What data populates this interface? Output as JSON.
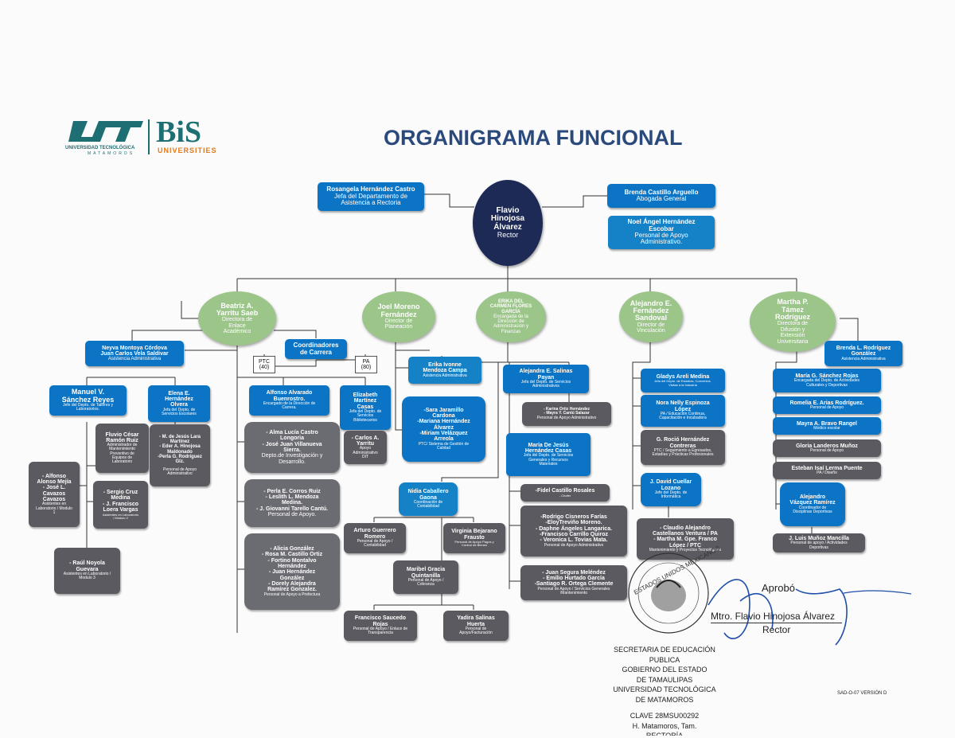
{
  "header": {
    "title": "ORGANIGRAMA FUNCIONAL",
    "logo_ut": {
      "mark": "UT",
      "text": "UNIVERSIDAD TECNOLÓGICA",
      "subtext": "MATAMOROS"
    },
    "logo_bis": {
      "mark": "BiS",
      "text": "UNIVERSITIES"
    }
  },
  "nodes": {
    "rector": {
      "name": "Flavio\nHinojosa\nÁlvarez",
      "role": "Rector"
    },
    "asistencia_rectoria": {
      "name": "Rosangela Hernández Castro",
      "role": "Jefa del Departamento de\nAsistencia a Rectoria"
    },
    "abogada": {
      "name": "Brenda Castillo Arguello",
      "role": "Abogada General"
    },
    "apoyo_rector": {
      "name": "Noel Ángel Hernández\nEscobar",
      "role": "Personal de Apoyo\nAdministrativo."
    },
    "dir_academico": {
      "name": "Beatriz A.\nYarritu Saeb",
      "role": "Directora de\nEnlace\nAcadémico"
    },
    "dir_planeacion": {
      "name": "Joel Moreno\nFernández",
      "role": "Director de\nPlaneación"
    },
    "dir_admin": {
      "name": "ERIKA DEL\nCARMEN FLORES\nGARCÍA",
      "role": "Encargada de la\nDirección de\nAdministración y\nFinanzas"
    },
    "dir_vinculacion": {
      "name": "Alejandro E.\nFernández\nSandoval",
      "role": "Director de\nVinculación"
    },
    "dir_difusion": {
      "name": "Martha P.\nTámez\nRodríguez",
      "role": "Directora de\nDifusión y\nExtensión\nUniversitaria"
    },
    "asist_academica": {
      "name": "Neyva Montoya Córdova\nJuan Carlos Vela Saldivar",
      "role": "Asistencia Administrativa"
    },
    "coordinadores": {
      "name": "Coordinadores\nde Carrera"
    },
    "ptc": {
      "name": "PTC\n(40)"
    },
    "pa": {
      "name": "PA\n(80)"
    },
    "talleres": {
      "name": "Manuel V.\nSánchez Reyes",
      "role": "Jefe del Depto. de Talleres y\nLaboratorios."
    },
    "escolares": {
      "name": "Elena E.\nHernández\nOlvera",
      "role": "Jefa del Depto. de\nServicios Escolares"
    },
    "investigacion_enc": {
      "name": "Alfonso Alvarado\nBuenrostro.",
      "role": "Encargado de la Dirección de\nCarrera."
    },
    "biblioteca": {
      "name": "Elizabeth\nMartínez\nCasas",
      "role": "Jefa del Depto. de\nServicios\nBibliotecarios"
    },
    "mantenimiento": {
      "name": "Fluvio César\nRamón Ruiz",
      "role": "Administrador de\nMantenimiento\nPreventivo de\nEquipos de\nLaboratorio"
    },
    "escolares_apoyo": {
      "name": "- M. de Jesús Lara\nMartínez\n- Eder A. Hinojosa\nMaldonado\n-Perla G. Rodríguez\nGlz.",
      "role": "Personal de Apoyo\nAdministrativo"
    },
    "investigacion": {
      "name": "- Alma Lucía Castro\nLongoria\n- José Juan Villanueva\nSierra.",
      "role": "Depto.de Investigación y\nDesarrollo."
    },
    "biblioteca_apoyo": {
      "name": "- Carlos A.\nYarritu",
      "role": "Apoyo\nAdministrativo\nDIT"
    },
    "lab_mod1": {
      "name": "- Alfonso\nAlonso Mejía\n- José L.\nCavazos\nCavazos",
      "role": "Asistentes en\nLaboratorio / Modulo\n1"
    },
    "lab_mod2": {
      "name": "- Sergio Cruz\nMedina\n- J. Francisco\nLoera Vargas",
      "role": "Asistentes en Laboratorio\n/ Modulo 2"
    },
    "lab_mod3": {
      "name": "- Raúl Noyola\nGuevara",
      "role": "Asistentes en Laboratorio /\nModulo 3"
    },
    "apoyo_academico": {
      "name": "- Perla E. Corros Ruiz\n- Leslith L. Mendoza\nMedina.\n- J. Giovanni Tarello Cantú.",
      "role": "Personal de Apoyo."
    },
    "prefectura": {
      "name": "- Alicia González\n- Rosa M. Castillo Ortiz\n- Fortino Montalvo\nHernández\n- Juan Hernández\nGonzález\n- Dorely Alejandra\nRamírez Gonzalez.",
      "role": "Personal de Apoyo a Prefectura"
    },
    "asist_planeacion": {
      "name": "Erika Ivonne\nMendoza Campa",
      "role": "Asistencia Administrativa"
    },
    "calidad": {
      "name": "-Sara Jaramillo\nCardona\n-Mariana Hernández\nÁlvarez\n-Miriam Velázquez\nArreola",
      "role": "PTC/ Sistema de Gestión de\nCalidad"
    },
    "contabilidad": {
      "name": "Nidia Caballero\nGaona",
      "role": "Coordinación de\nContabilidad"
    },
    "cont_apoyo1": {
      "name": "Arturo Guerrero\nRomero",
      "role": "Personal de Apoyo /\nContabilidad"
    },
    "cont_apoyo2": {
      "name": "Virginia Bejarano\nFrausto",
      "role": "Personal de Apoyo Pagos y\nControl de Bienes"
    },
    "cobranza": {
      "name": "Maribel Gracia\nQuintanilla",
      "role": "Personal de Apoyo /\nCobranza"
    },
    "transparencia": {
      "name": "Francisco Saucedo\nRojas",
      "role": "Personal de Apoyo / Enlace de\nTransparencia"
    },
    "facturacion": {
      "name": "Yadira Salinas\nHuerta",
      "role": "Personal de\nApoyo/Facturación"
    },
    "serv_admin": {
      "name": "Alejandra E. Salinas\nPayan",
      "role": "Jefa del Depto. de Servicios\nAdministrativos"
    },
    "serv_admin_apoyo": {
      "name": "- Karina Ortiz Hernández\n- Mayra Y. Cantú Salazar",
      "role": "Personal de Apoyo Administrativo"
    },
    "serv_generales": {
      "name": "María De Jesús\nHernández Casas",
      "role": "Jefa del Depto. de Servicios\nGenerales y Recursos\nMateriales"
    },
    "choferes": {
      "name": "-Fidel Castillo Rosales",
      "role": "- Chofer"
    },
    "gen_apoyo": {
      "name": "-Rodrigo Cisneros Farías\n-EloyTreviño Moreno.\n- Daphne Ángeles Langarica.\n-Francisco Carrillo Quiroz\n- Veronica L. Tovias Mata.",
      "role": "Personal de Apoyo Administrativo"
    },
    "gen_mant": {
      "name": "- Juan Segura Meléndez\n- Emilio Hurtado García\n-Santiago R. Ortega Clemente",
      "role": "Personal de Apoyo / Servicios Generales\n/Mantenimiento"
    },
    "estadias": {
      "name": "Gladys Areli Medina",
      "role": "Jefa del Depto. de Estadías, Convenios,\nVisitas a la Industria"
    },
    "educ_continua": {
      "name": "Nora Nelly Espinoza\nLópez",
      "role": "PA / Educación Continua,\nCapacitación e Incubadora"
    },
    "egresados": {
      "name": "G. Roció Hernández\nContreras",
      "role": "PTC / Seguimiento a Egresados,\nEstadías y Prácticas Profesionales"
    },
    "informatica": {
      "name": "J. David Cuellar\nLozano",
      "role": "Jefe del Depto. de\nInformática"
    },
    "mant_tecno": {
      "name": "- Claudio Alejandro\nCastellanos Ventura / PA\n- Martha M. Gpe. Franco\nLópez / PTC",
      "role": "Mantenimiento y Proyectos Tecnológicos"
    },
    "asist_difusion": {
      "name": "Brenda L. Rodríguez\nGonzález",
      "role": "Asistencia Administrativa"
    },
    "act_culturales": {
      "name": "María G. Sánchez Rojas",
      "role": "Encargada del Depto. de Actividades\nCulturales y Deportivas"
    },
    "apoyo_difusion": {
      "name": "Romelia E. Arias Rodríguez.",
      "role": "Personal de Apoyo"
    },
    "medico": {
      "name": "Mayra A. Bravo Rangel",
      "role": "Médico escolar"
    },
    "gloria": {
      "name": "Gloria Landeros Muñoz",
      "role": "Personal de Apoyo"
    },
    "diseno": {
      "name": "Esteban Isaí Lerma Puente",
      "role": "PA / Diseño"
    },
    "deportes": {
      "name": "Alejandro\nVázquez Ramírez",
      "role": "Coordinador de\nDisciplinas Deportivas"
    },
    "act_deportivas": {
      "name": "J. Luis Muñoz Mancilla",
      "role": "Personal de apoyo / Actividades\nDeportivas"
    }
  },
  "approval": {
    "label": "Aprobó",
    "signer": "Mtro. Flavio Hinojosa Álvarez",
    "signer_role": "Rector"
  },
  "stamp": {
    "arc_text": "ESTADOS UNIDOS MEXICANOS",
    "lines": [
      "SECRETARIA DE EDUCACIÓN",
      "PUBLICA",
      "GOBIERNO DEL ESTADO",
      "DE TAMAULIPAS",
      "UNIVERSIDAD TECNOLÓGICA",
      "DE MATAMOROS",
      "",
      "CLAVE 28MSU00292",
      "H. Matamoros, Tam.",
      "RECTORÍA"
    ]
  },
  "footer": {
    "doc_code": "SAD-O-07 VERSIÓN D"
  }
}
